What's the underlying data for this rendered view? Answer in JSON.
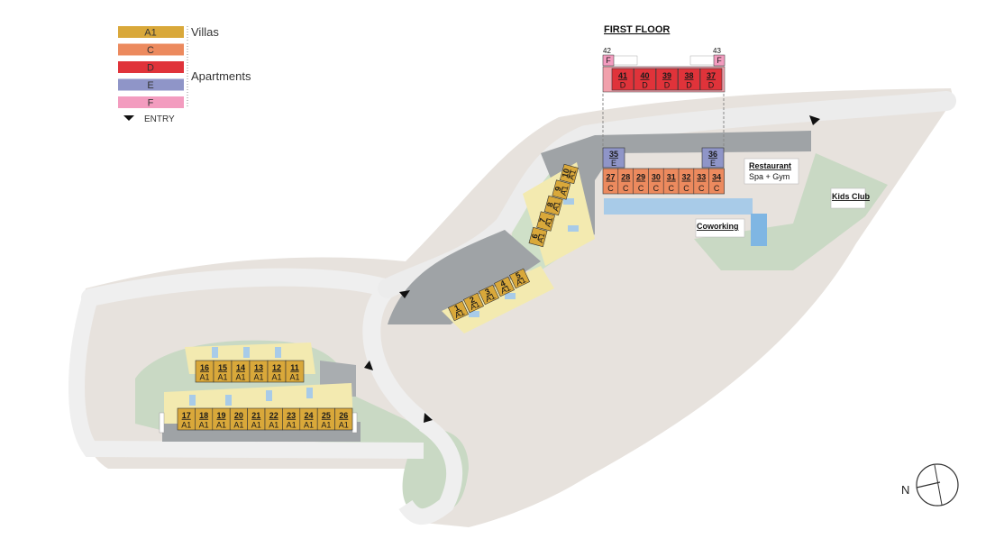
{
  "legend": {
    "items": [
      {
        "code": "A1",
        "color": "#d9a83a"
      },
      {
        "code": "C",
        "color": "#ec8a5e"
      },
      {
        "code": "D",
        "color": "#e0333a"
      },
      {
        "code": "E",
        "color": "#8f95c8"
      },
      {
        "code": "F",
        "color": "#f39cbf"
      }
    ],
    "villas_label": "Villas",
    "apartments_label": "Apartments",
    "entry_label": "ENTRY"
  },
  "first_floor": {
    "title": "FIRST FLOOR",
    "f_units": [
      {
        "num": "42",
        "type": "F"
      },
      {
        "num": "43",
        "type": "F"
      }
    ],
    "d_units": [
      {
        "num": "41",
        "type": "D"
      },
      {
        "num": "40",
        "type": "D"
      },
      {
        "num": "39",
        "type": "D"
      },
      {
        "num": "38",
        "type": "D"
      },
      {
        "num": "37",
        "type": "D"
      }
    ]
  },
  "ground_apartments": {
    "e_units": [
      {
        "num": "35",
        "type": "E"
      },
      {
        "num": "36",
        "type": "E"
      }
    ],
    "c_units": [
      {
        "num": "27",
        "type": "C"
      },
      {
        "num": "28",
        "type": "C"
      },
      {
        "num": "29",
        "type": "C"
      },
      {
        "num": "30",
        "type": "C"
      },
      {
        "num": "31",
        "type": "C"
      },
      {
        "num": "32",
        "type": "C"
      },
      {
        "num": "33",
        "type": "C"
      },
      {
        "num": "34",
        "type": "C"
      }
    ]
  },
  "villas": {
    "middle_upper": [
      {
        "num": "6",
        "type": "A1"
      },
      {
        "num": "7",
        "type": "A1"
      },
      {
        "num": "8",
        "type": "A1"
      },
      {
        "num": "9",
        "type": "A1"
      },
      {
        "num": "10",
        "type": "A1"
      }
    ],
    "middle_lower": [
      {
        "num": "1",
        "type": "A1"
      },
      {
        "num": "2",
        "type": "A1"
      },
      {
        "num": "3",
        "type": "A1"
      },
      {
        "num": "4",
        "type": "A1"
      },
      {
        "num": "5",
        "type": "A1"
      }
    ],
    "west_upper": [
      {
        "num": "16",
        "type": "A1"
      },
      {
        "num": "15",
        "type": "A1"
      },
      {
        "num": "14",
        "type": "A1"
      },
      {
        "num": "13",
        "type": "A1"
      },
      {
        "num": "12",
        "type": "A1"
      },
      {
        "num": "11",
        "type": "A1"
      }
    ],
    "west_lower": [
      {
        "num": "17",
        "type": "A1"
      },
      {
        "num": "18",
        "type": "A1"
      },
      {
        "num": "19",
        "type": "A1"
      },
      {
        "num": "20",
        "type": "A1"
      },
      {
        "num": "21",
        "type": "A1"
      },
      {
        "num": "22",
        "type": "A1"
      },
      {
        "num": "23",
        "type": "A1"
      },
      {
        "num": "24",
        "type": "A1"
      },
      {
        "num": "25",
        "type": "A1"
      },
      {
        "num": "26",
        "type": "A1"
      }
    ]
  },
  "amenities": {
    "restaurant_title": "Restaurant",
    "restaurant_sub": "Spa + Gym",
    "kids_club": "Kids Club",
    "coworking": "Coworking"
  },
  "compass": {
    "north_label": "N"
  },
  "colors": {
    "land": "#e7e2dd",
    "road": "#e9e9e9",
    "green": "#c9d9c4",
    "sand": "#f3eab0",
    "pool": "#a8cbe8",
    "parking": "#9fa3a6"
  }
}
